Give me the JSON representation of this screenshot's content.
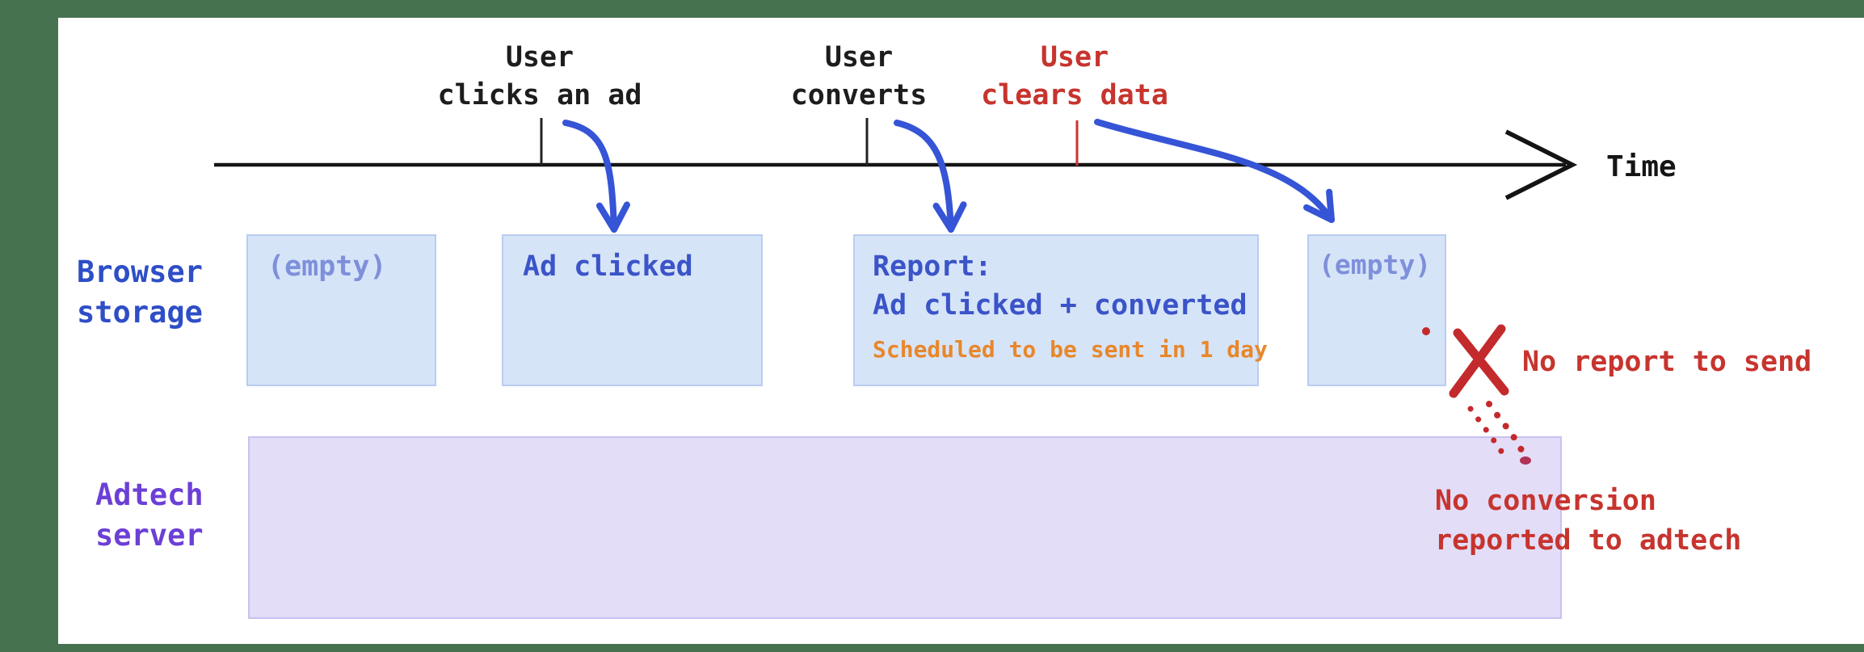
{
  "frame": {
    "background": "#477250",
    "canvas": "#FFFFFF"
  },
  "timeline": {
    "axis_label": "Time",
    "axis_color": "#141414",
    "events": [
      {
        "line1": "User",
        "line2": "clicks an ad",
        "color": "#1D1D1D"
      },
      {
        "line1": "User",
        "line2": "converts",
        "color": "#1D1D1D"
      },
      {
        "line1": "User",
        "line2": "clears data",
        "color": "#C7342E"
      }
    ]
  },
  "rows": {
    "browser": {
      "line1": "Browser",
      "line2": "storage",
      "color": "#2E4EC6"
    },
    "adtech": {
      "line1": "Adtech",
      "line2": "server",
      "color": "#6C3FD6"
    }
  },
  "storage": {
    "empty_before": "(empty)",
    "ad_clicked": "Ad clicked",
    "report_title": "Report:",
    "report_body": "Ad clicked + converted",
    "report_note": "Scheduled to be sent in 1 day",
    "empty_after": "(empty)"
  },
  "annotations": {
    "no_report": "No report to send",
    "no_conversion_line1": "No conversion",
    "no_conversion_line2": "reported to adtech",
    "color": "#C7342E"
  },
  "palette": {
    "arrow_blue": "#3554D6",
    "storage_box_fill": "#D6E4F8",
    "storage_box_border": "#BACDF0",
    "storage_text_strong": "#3B54C8",
    "storage_text_muted": "#7E90DA",
    "note_orange": "#E8872B",
    "server_box_fill": "#E3DDF8",
    "server_box_border": "#CBC0F1",
    "red_mark": "#C32A2C"
  }
}
